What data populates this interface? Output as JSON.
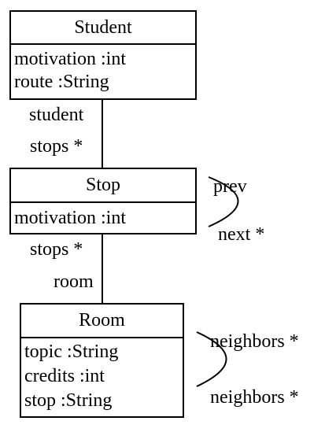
{
  "classes": {
    "student": {
      "name": "Student",
      "attributes": [
        "motivation :int",
        "route :String"
      ]
    },
    "stop": {
      "name": "Stop",
      "attributes": [
        "motivation :int"
      ]
    },
    "room": {
      "name": "Room",
      "attributes": [
        "topic :String",
        "credits :int",
        "stop :String"
      ]
    }
  },
  "associations": {
    "student_stop": {
      "source_role": "student",
      "target_role": "stops *"
    },
    "stop_self": {
      "role_a": "prev",
      "role_b": "next *"
    },
    "stop_room": {
      "source_role": "stops *",
      "target_role": "room"
    },
    "room_self": {
      "role_a": "neighbors *",
      "role_b": "neighbors *"
    }
  }
}
